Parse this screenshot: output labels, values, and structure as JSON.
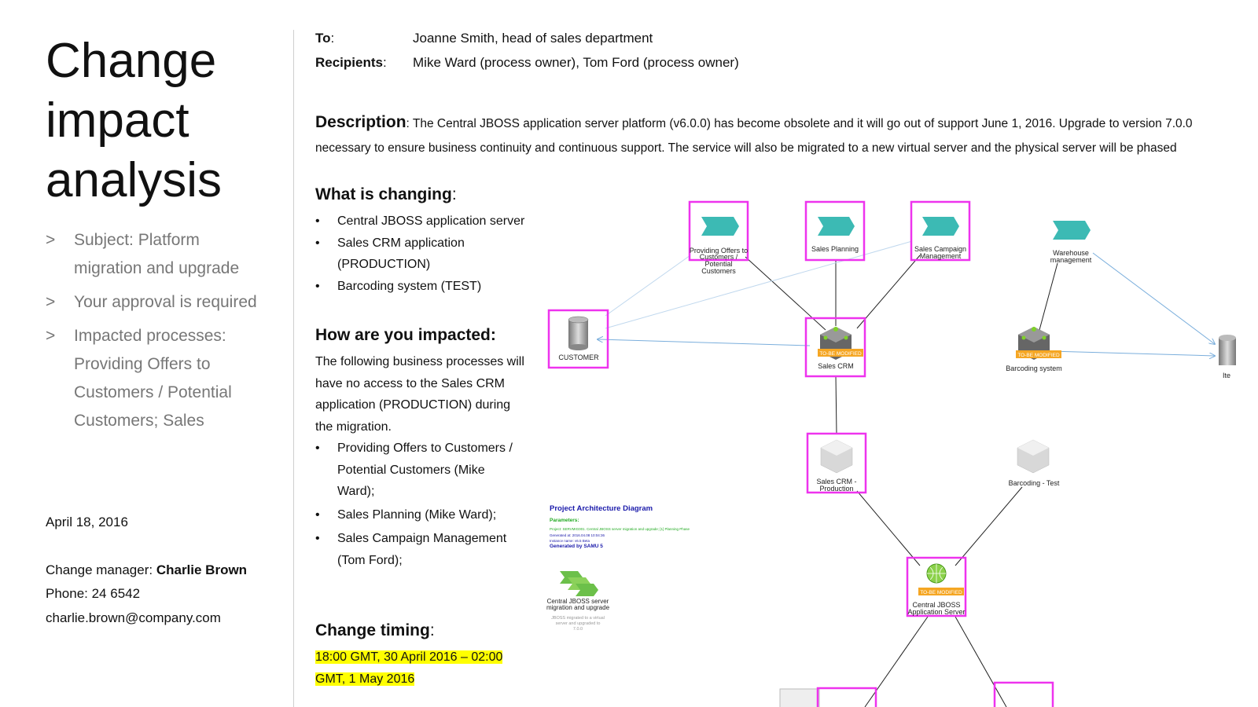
{
  "title": [
    "Change",
    "impact",
    "analysis"
  ],
  "summary_bullets": [
    {
      "marker": ">",
      "lines": [
        "Subject: Platform",
        "migration and upgrade"
      ]
    },
    {
      "marker": ">",
      "lines": [
        "Your approval is required"
      ]
    },
    {
      "marker": ">",
      "lines": [
        "Impacted processes:",
        "Providing Offers to",
        "Customers / Potential",
        "Customers; Sales"
      ]
    }
  ],
  "date": "April 18, 2016",
  "contact": {
    "manager_label": "Change manager: ",
    "manager_name": "Charlie Brown",
    "phone": "Phone: 24 6542",
    "email": "charlie.brown@company.com"
  },
  "header": {
    "to_label": "To",
    "to_colon": ":",
    "to_value": "Joanne Smith, head of sales department",
    "recipients_label": "Recipients",
    "recipients_colon": ":",
    "recipients_value": "Mike Ward (process owner), Tom Ford (process owner)"
  },
  "description": {
    "heading": "Description",
    "line1": ": The Central JBOSS application server platform (v6.0.0) has become obsolete and it will go out of support June 1, 2016. Upgrade to version 7.0.0",
    "line2": "necessary to ensure business continuity and continuous support. The service will also be migrated to a new virtual server and the physical server will be phased"
  },
  "what_changing": {
    "heading": "What is changing",
    "colon": ":",
    "items": [
      [
        "Central JBOSS application server"
      ],
      [
        "Sales CRM application",
        "(PRODUCTION)"
      ],
      [
        "Barcoding system (TEST)"
      ]
    ]
  },
  "impact": {
    "heading": "How are you impacted:",
    "text": [
      "The following business processes will",
      "have no access to the Sales CRM",
      "application (PRODUCTION) during",
      "the migration."
    ],
    "items": [
      [
        "Providing Offers to Customers /",
        "Potential Customers (Mike",
        "Ward);"
      ],
      [
        "Sales Planning (Mike Ward);"
      ],
      [
        "Sales Campaign Management",
        "(Tom Ford);"
      ]
    ]
  },
  "timing": {
    "heading": "Change timing",
    "colon": ":",
    "line1": "18:00 GMT, 30 April 2016 – 02:00",
    "line2": "GMT, 1 May 2016"
  },
  "diagram": {
    "nodes": {
      "providing_offers": [
        "Providing Offers to",
        "Customers /",
        "Potential",
        "Customers"
      ],
      "sales_planning": [
        "Sales Planning"
      ],
      "sales_campaign": [
        "Sales Campaign",
        "Management"
      ],
      "warehouse": [
        "Warehouse",
        "management"
      ],
      "customer": [
        "CUSTOMER"
      ],
      "sales_crm": [
        "Sales CRM"
      ],
      "barcoding_system": [
        "Barcoding system"
      ],
      "sales_crm_prod": [
        "Sales CRM -",
        "Production"
      ],
      "barcoding_test": [
        "Barcoding - Test"
      ],
      "central_jboss": [
        "Central JBOSS",
        "Application Server"
      ],
      "right_edge": [
        "Ite"
      ]
    },
    "badge": "TO-BE MODIFIED",
    "legend": {
      "title": "Project Architecture Diagram",
      "params_label": "Parameters:",
      "param_line1": "Project: SERVMIG001. Central JBOSS server migration and upgrade; [1] Planning Phase",
      "param_line2": "Generated at: 2016.04.08 10:04:36",
      "param_line3": "Instance name: v6.5 Beta",
      "generated_by": "Generated by SAMU 5",
      "project_name": [
        "Central JBOSS server",
        "migration and upgrade"
      ],
      "project_desc": [
        "JBOSS migrated to a virtual",
        "server and upgraded to",
        "7.0.0"
      ]
    },
    "colors": {
      "highlight": "#ee33ee",
      "process": "#3cbab4",
      "badge": "#f5a623",
      "legend_title": "#1a1aaa",
      "legend_green": "#22aa22",
      "edge": "#222222",
      "edge_blue": "#7aaedc"
    }
  }
}
